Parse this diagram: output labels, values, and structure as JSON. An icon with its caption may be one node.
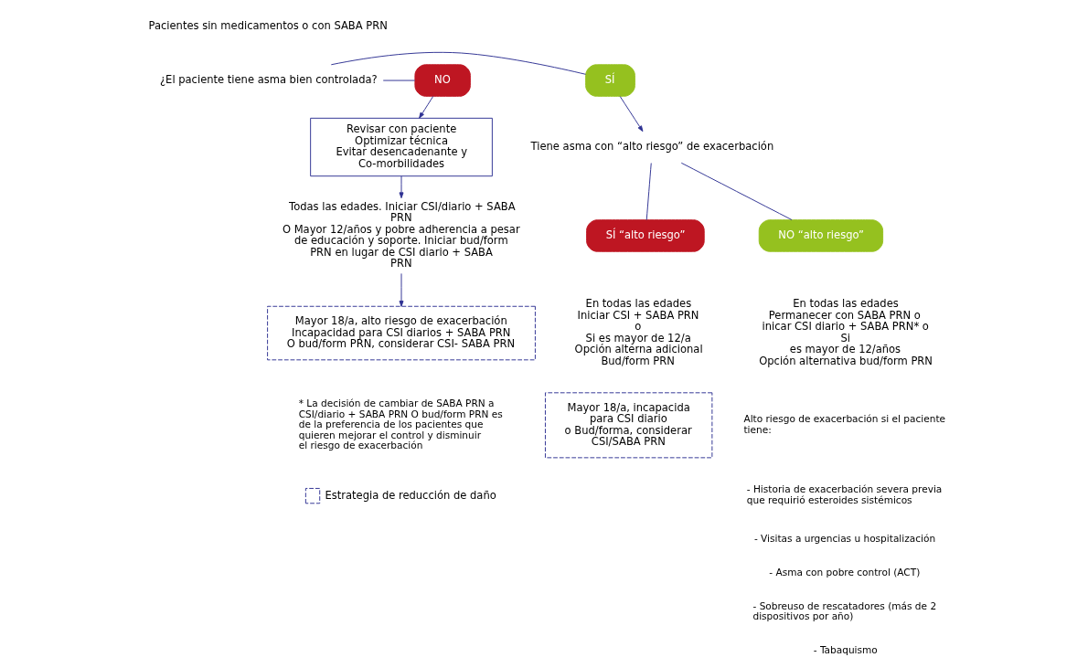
{
  "diagram": {
    "nodes": [
      {
        "text": [
          "Pacientes sin medicamentos o con SABA PRN"
        ]
      },
      {
        "text": [
          "¿El paciente tiene asma bien controlada?"
        ]
      },
      {
        "text": [
          "SÍ"
        ]
      },
      {
        "text": [
          "NO"
        ]
      },
      {
        "text": [
          "Tiene asma con “alto riesgo” de exacerbación"
        ]
      },
      {
        "text": [
          "NO “alto riesgo”"
        ]
      },
      {
        "text": [
          "SÍ “alto riesgo”"
        ]
      },
      {
        "text": [
          "En todas las edades Permanecer con SABA PRN o inicar CSI diario + SABA PRN* o Si es mayor de 12/años Opción alternativa bud/form PRN"
        ]
      },
      {
        "text": [
          "En todas las edades Iniciar CSI + SABA PRN o Si es mayor de 12/a Opción alterna adicional Bud/form PRN"
        ]
      },
      {
        "text": [
          "Mayor 18/a, incapacida para CSI diario o Bud/forma, considerar CSI/SABA PRN"
        ]
      },
      {
        "text": [
          "Revisar con paciente Optimizar técnica Evitar desencadenante y Co-morbilidades"
        ]
      },
      {
        "text": [
          "Todas las edades. Iniciar CSI/diario + SABA PRN O Mayor 12/años y pobre adherencia a pesar de educación y soporte. Iniciar bud/form PRN en lugar de CSI diario + SABA PRN"
        ]
      },
      {
        "text": [
          "Mayor 18/a, alto riesgo de exacerbación Incapacidad para CSI diarios + SABA PRN O bud/form PRN, considerar CSI- SABA PRN"
        ]
      }
    ],
    "edges": [
      {
        "from": 1,
        "to": 2,
        "arrow": "none"
      },
      {
        "from": 1,
        "to": 3,
        "arrow": "none"
      },
      {
        "from": 2,
        "to": 4,
        "arrow": "to"
      },
      {
        "from": 4,
        "to": 5,
        "arrow": "none"
      },
      {
        "from": 4,
        "to": 6,
        "arrow": "none"
      },
      {
        "from": 3,
        "to": 10,
        "arrow": "to"
      },
      {
        "from": 10,
        "to": 11,
        "arrow": "to"
      },
      {
        "from": 11,
        "to": 12,
        "arrow": "to"
      }
    ],
    "labels": [
      "Alto riesgo de exacerbación si el paciente tiene:",
      "- Historia de exacerbación severa previa que requirió esteroides sistémicos",
      "- Visitas a urgencias u hospitalización",
      "- Asma con pobre control (ACT)",
      "- Sobreuso de rescatadores (más de 2 dispositivos por año)",
      "- Tabaquismo",
      "* La decisión de cambiar de SABA PRN a CSI/diario + SABA PRN O bud/form PRN es de la preferencia de los pacientes que quieren mejorar el control y disminuir el riesgo de exacerbación"
    ],
    "legend": [
      {
        "text": "Estrategia de reducción de daño"
      }
    ]
  }
}
